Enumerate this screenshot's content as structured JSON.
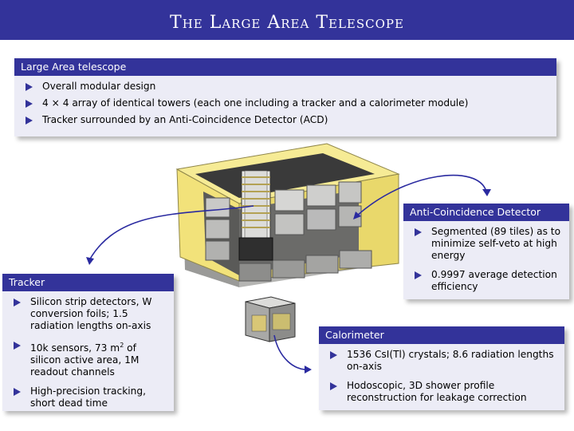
{
  "title": "The Large Area Telescope",
  "blocks": {
    "lat": {
      "heading": "Large Area telescope",
      "bullets": [
        "Overall modular design",
        "4 × 4 array of identical towers (each one including a tracker and a calorimeter module)",
        "Tracker surrounded by an Anti-Coincidence Detector (ACD)"
      ]
    },
    "acd": {
      "heading": "Anti-Coincidence Detector",
      "bullets": [
        "Segmented (89 tiles) as to minimize self-veto at high energy",
        "0.9997 average detection efficiency"
      ]
    },
    "tracker": {
      "heading": "Tracker",
      "bullets": [
        "Silicon strip detectors, W conversion foils; 1.5 radiation lengths on-axis",
        "10k sensors, 73 m",
        "High-precision tracking, short dead time"
      ],
      "b2_sup": "2",
      "b2_rest": " of silicon active area, 1M readout channels"
    },
    "calorimeter": {
      "heading": "Calorimeter",
      "bullets": [
        "1536 CsI(Tl) crystals; 8.6 radiation lengths on-axis",
        "Hodoscopic, 3D shower profile reconstruction for leakage correction"
      ]
    }
  },
  "colors": {
    "header_blue": "#33339a",
    "block_body": "#ececf6",
    "acd_yellow": "#f2e27a",
    "arrow_blue": "#2a2aa0"
  },
  "icons": {
    "bullet": "triangle-bullet-icon",
    "arrow": "curved-arrow-icon"
  }
}
